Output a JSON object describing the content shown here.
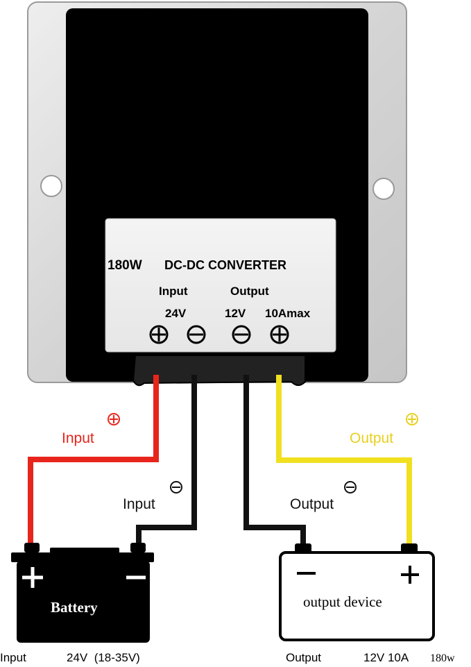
{
  "converter": {
    "power": "180W",
    "title": "DC-DC CONVERTER",
    "input_heading": "Input",
    "output_heading": "Output",
    "input_voltage": "24V",
    "output_voltage": "12V",
    "output_current": "10Amax"
  },
  "wires": {
    "input_pos_label": "Input",
    "input_neg_label": "Input",
    "output_pos_label": "Output",
    "output_neg_label": "Output"
  },
  "battery": {
    "label": "Battery"
  },
  "device": {
    "label": "output device"
  },
  "footer": {
    "input_label": "Input",
    "input_spec": "24V  (18-35V)",
    "output_label": "Output",
    "output_spec": "12V 10A",
    "output_power": "180w"
  },
  "colors": {
    "positive_input_wire": "#e8251c",
    "negative_wire": "#111111",
    "positive_output_wire": "#f0e020",
    "housing": "#d8d8d8",
    "panel": "#000000"
  }
}
